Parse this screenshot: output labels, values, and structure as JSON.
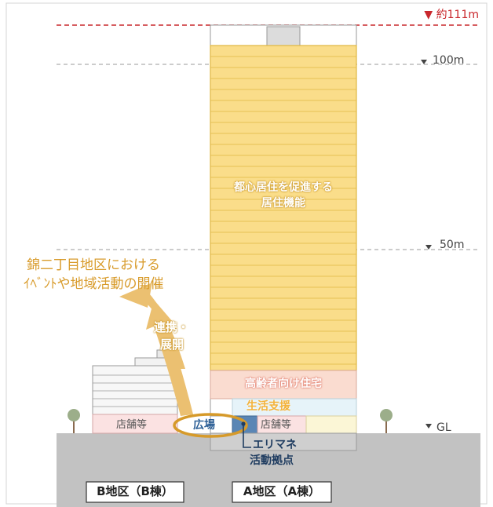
{
  "height_markers": {
    "top": "▼ 約111m",
    "m100": "100m",
    "m50": "50m",
    "gl": "GL"
  },
  "building_a": {
    "upper_use_line1": "都心居住を促進する",
    "upper_use_line2": "居住機能",
    "elderly_housing": "高齢者向け住宅",
    "life_support": "生活支援",
    "plaza": "広場",
    "shops": "店舗等",
    "area_hub_line1": "エリマネ",
    "area_hub_line2": "活動拠点",
    "label": "A地区（A棟）"
  },
  "building_b": {
    "shops": "店舗等",
    "label": "B地区（B棟）"
  },
  "linkage": {
    "arrow_text_line1": "連携・",
    "arrow_text_line2": "展開",
    "events_line1": "錦二丁目地区における",
    "events_line2": "ｲﾍﾞﾝﾄや地域活動の開催"
  },
  "colors": {
    "residential_fill": "#fadd8a",
    "residential_stroke": "#e0b742",
    "elderly_fill": "#fadcd0",
    "life_support_fill": "#e6f3f9",
    "shop_fill": "#fbe2e2",
    "hub_fill": "#5a86b5",
    "arrow": "#ebc071",
    "ground": "#c2c2c2",
    "max_height_line": "#c9282d",
    "accent_text_orange": "#e07a1f",
    "accent_text_gold": "#d89b2b"
  }
}
